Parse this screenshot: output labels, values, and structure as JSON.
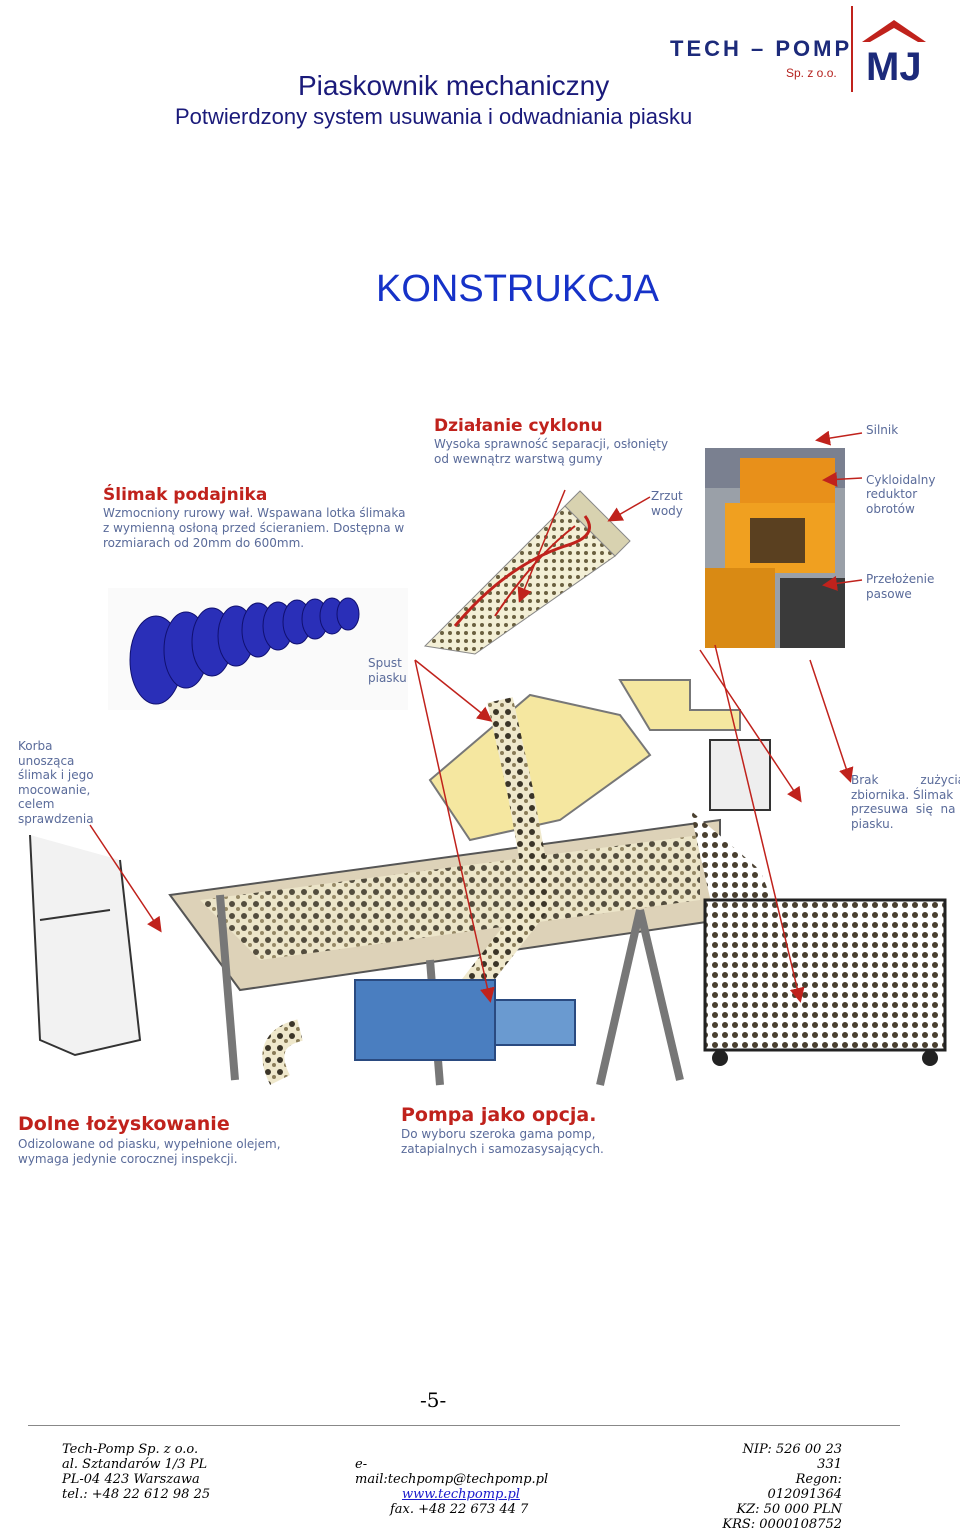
{
  "header": {
    "title": "Piaskownik mechaniczny",
    "subtitle": "Potwierdzony system usuwania i odwadniania piasku",
    "brand": "TECH – POMP",
    "brand_sub": "Sp. z o.o.",
    "logo_text": "MJ"
  },
  "heading": "KONSTRUKCJA",
  "cyclone": {
    "title": "Działanie cyklonu",
    "text_line1": "Wysoka sprawność separacji, osłonięty",
    "text_line2": "od wewnątrz warstwą gumy"
  },
  "screw": {
    "title": "Ślimak podajnika",
    "line1": "Wzmocniony rurowy wał. Wspawana lotka ślimaka",
    "line2": "z wymienną osłoną przed ścieraniem. Dostępna w",
    "line3": "rozmiarach od 20mm do 600mm."
  },
  "labels": {
    "silnik": "Silnik",
    "zrzut_1": "Zrzut",
    "zrzut_2": "wody",
    "reduktor_1": "Cykloidalny",
    "reduktor_2": "reduktor",
    "reduktor_3": "obrotów",
    "przelozenie_1": "Przełożenie",
    "przelozenie_2": "pasowe",
    "spust_1": "Spust",
    "spust_2": "piasku",
    "korba_1": "Korba",
    "korba_2": "unosząca",
    "korba_3": "ślimak   i   jego",
    "korba_4": "mocowanie,",
    "korba_5": "celem",
    "korba_6": "sprawdzenia",
    "brak_1": "Brak           zużycia",
    "brak_2": "zbiornika. Ślimak",
    "brak_3": "przesuwa  się  na",
    "brak_4": "piasku."
  },
  "bearing": {
    "title": "Dolne łożyskowanie",
    "line1": "Odizolowane od piasku, wypełnione olejem,",
    "line2": "wymaga jedynie corocznej inspekcji."
  },
  "pump": {
    "title": "Pompa jako opcja.",
    "line1": "Do wyboru szeroka gama pomp,",
    "line2": "zatapialnych i samozasysających."
  },
  "page_number": "-5-",
  "footer": {
    "col1": [
      "Tech-Pomp Sp. z o.o.",
      "al. Sztandarów 1/3 PL",
      "PL-04 423 Warszawa",
      "tel.: +48 22 612 98 25"
    ],
    "col2_email": "e-mail:techpomp@techpomp.pl",
    "col2_web": "www.techpomp.pl",
    "col2_fax": "fax.  +48 22 673 44 7",
    "col3": [
      "NIP: 526 00 23 331",
      "Regon:  012091364",
      "KZ: 50 000  PLN",
      "KRS: 0000108752"
    ]
  },
  "colors": {
    "navy": "#1c2a7a",
    "heading_blue": "#1632c8",
    "red": "#c0221c",
    "screw_blue": "#2a2fb8",
    "machine_yellow": "#f5e7a0",
    "motor_orange": "#e8901a",
    "pump_blue": "#4a7ec0"
  }
}
